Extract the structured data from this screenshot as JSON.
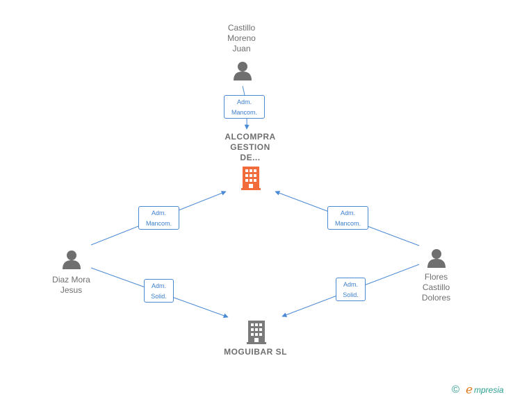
{
  "nodes": {
    "castillo": {
      "label": "Castillo\nMoreno\nJuan",
      "icon": "person-icon"
    },
    "alcompra": {
      "label": "ALCOMPRA\nGESTION\nDE...",
      "icon": "building-icon",
      "color": "#f26b3a"
    },
    "diaz": {
      "label": "Diaz Mora\nJesus",
      "icon": "person-icon"
    },
    "flores": {
      "label": "Flores\nCastillo\nDolores",
      "icon": "person-icon"
    },
    "moguibar": {
      "label": "MOGUIBAR SL",
      "icon": "building-icon",
      "color": "#7a7a7a"
    }
  },
  "edges": {
    "castillo_alcompra": {
      "from": "Castillo Moreno Juan",
      "to": "ALCOMPRA GESTION DE...",
      "label": "Adm.\nMancom."
    },
    "diaz_alcompra": {
      "from": "Diaz Mora Jesus",
      "to": "ALCOMPRA GESTION DE...",
      "label": "Adm.\nMancom."
    },
    "flores_alcompra": {
      "from": "Flores Castillo Dolores",
      "to": "ALCOMPRA GESTION DE...",
      "label": "Adm.\nMancom."
    },
    "diaz_moguibar": {
      "from": "Diaz Mora Jesus",
      "to": "MOGUIBAR SL",
      "label": "Adm.\nSolid."
    },
    "flores_moguibar": {
      "from": "Flores Castillo Dolores",
      "to": "MOGUIBAR SL",
      "label": "Adm.\nSolid."
    }
  },
  "colors": {
    "edge": "#4a8ad4",
    "person": "#6f6f6f"
  },
  "brand": {
    "copyright": "©",
    "name": "mpresia",
    "initial": "e"
  }
}
